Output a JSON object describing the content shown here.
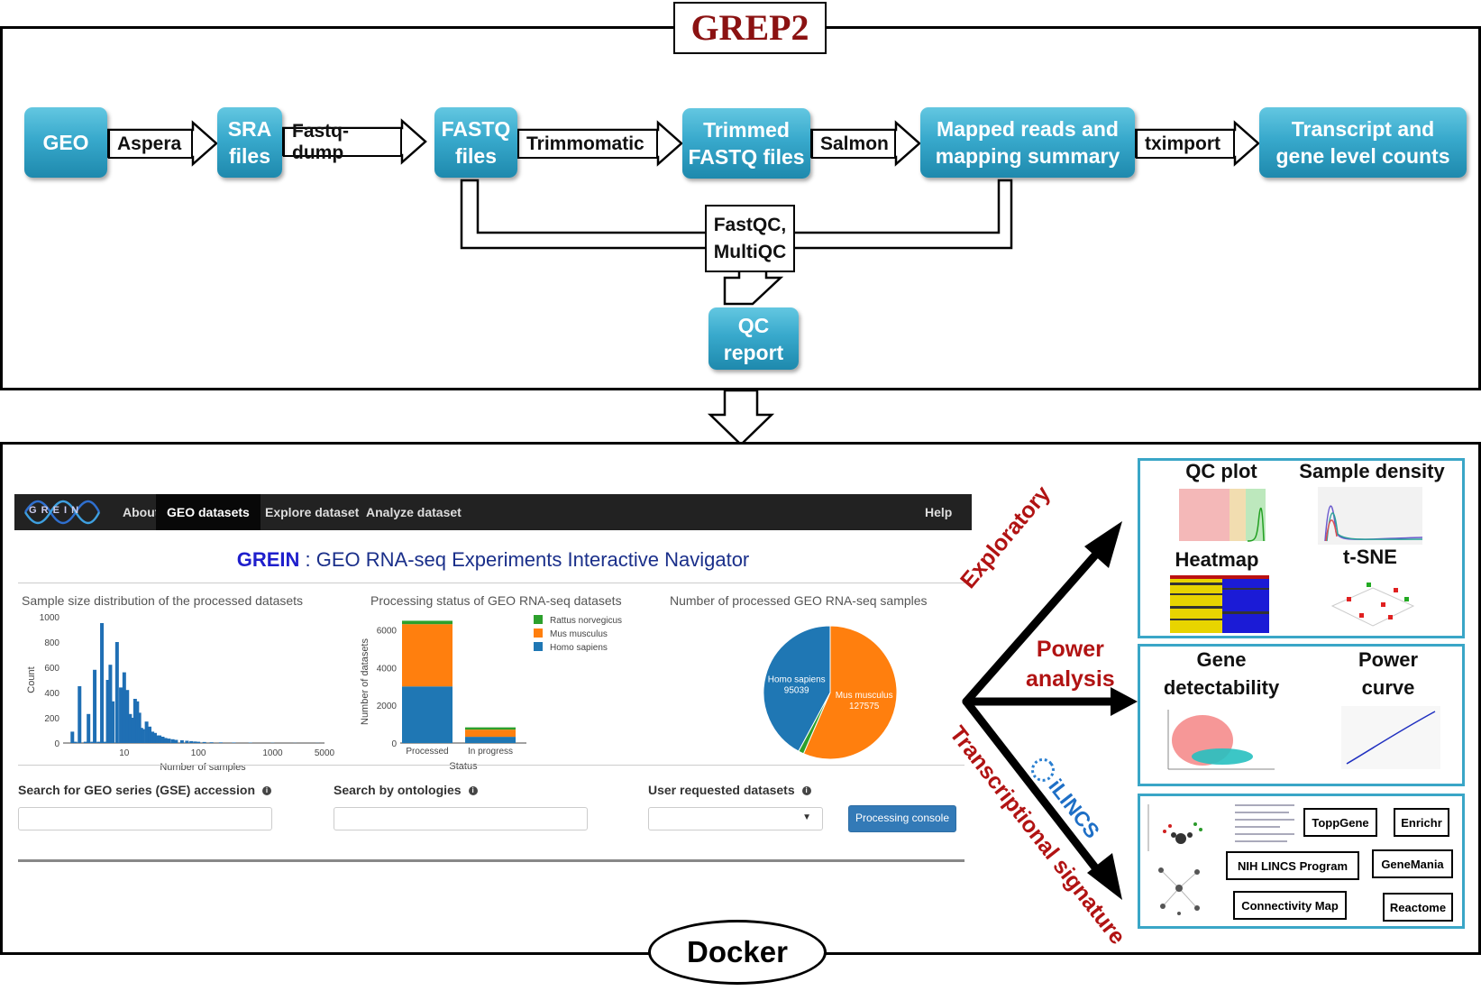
{
  "title": "GREP2",
  "pipeline": {
    "nodes": {
      "geo": "GEO",
      "sra": [
        "SRA",
        "files"
      ],
      "fastq": [
        "FASTQ",
        "files"
      ],
      "trimmed": [
        "Trimmed",
        "FASTQ files"
      ],
      "mapped": [
        "Mapped reads and",
        "mapping summary"
      ],
      "counts": [
        "Transcript and",
        "gene level counts"
      ],
      "qc_report": [
        "QC",
        "report"
      ]
    },
    "tools": {
      "aspera": "Aspera",
      "fastq_dump": "Fastq-dump",
      "trimmomatic": "Trimmomatic",
      "salmon": "Salmon",
      "tximport": "tximport",
      "fastqc": [
        "FastQC,",
        "MultiQC"
      ]
    }
  },
  "grein": {
    "logo": "G R E I N",
    "nav": [
      "About",
      "GEO datasets",
      "Explore dataset",
      "Analyze dataset"
    ],
    "help": "Help",
    "title_brand": "GREIN",
    "title_rest": " : GEO RNA-seq Experiments Interactive Navigator",
    "panel_titles": [
      "Sample size distribution of the processed datasets",
      "Processing status of GEO RNA-seq datasets",
      "Number of processed GEO RNA-seq samples"
    ],
    "search_gse": "Search for GEO series (GSE) accession",
    "search_ontology": "Search by ontologies",
    "user_requested": "User requested datasets",
    "processing_console": "Processing console"
  },
  "chart_data": [
    {
      "type": "bar",
      "xlabel": "Number of samples",
      "ylabel": "Count",
      "x_scale": "log",
      "x_ticks": [
        10,
        100,
        1000,
        5000
      ],
      "ylim": [
        0,
        1000
      ],
      "y_ticks": [
        0,
        200,
        400,
        600,
        800,
        1000
      ],
      "x": [
        2,
        2.2,
        2.5,
        3,
        3.3,
        3.7,
        4,
        4.5,
        5,
        5.5,
        6,
        6.5,
        7,
        8,
        9,
        10,
        11,
        12,
        13,
        14,
        15,
        16,
        17,
        18,
        20,
        22,
        24,
        26,
        28,
        30,
        33,
        36,
        40,
        45,
        50,
        60,
        70,
        80,
        90,
        100,
        120,
        150,
        200,
        300,
        500,
        1000,
        2000,
        4000
      ],
      "values": [
        90,
        10,
        450,
        10,
        230,
        10,
        580,
        10,
        950,
        10,
        500,
        620,
        330,
        800,
        440,
        560,
        420,
        230,
        200,
        350,
        330,
        240,
        120,
        110,
        170,
        130,
        90,
        80,
        60,
        60,
        50,
        40,
        35,
        30,
        25,
        22,
        18,
        15,
        12,
        10,
        8,
        6,
        5,
        4,
        3,
        2,
        1,
        1
      ]
    },
    {
      "type": "bar",
      "xlabel": "Status",
      "ylabel": "Number of datasets",
      "categories": [
        "Processed",
        "In progress"
      ],
      "ylim": [
        0,
        6500
      ],
      "y_ticks": [
        0,
        2000,
        4000,
        6000
      ],
      "series": [
        {
          "name": "Homo sapiens",
          "values": [
            3000,
            330
          ],
          "color": "#1f77b4"
        },
        {
          "name": "Mus musculus",
          "values": [
            3300,
            380
          ],
          "color": "#ff7f0e"
        },
        {
          "name": "Rattus norvegicus",
          "values": [
            180,
            120
          ],
          "color": "#2ca02c"
        }
      ]
    },
    {
      "type": "pie",
      "labels": [
        "Homo sapiens",
        "Mus musculus",
        "Rattus norvegicus"
      ],
      "values": [
        95039,
        127575,
        3000
      ],
      "colors": [
        "#1f77b4",
        "#ff7f0e",
        "#2ca02c"
      ]
    }
  ],
  "branches": {
    "exploratory": "Exploratory",
    "power": [
      "Power",
      "analysis"
    ],
    "transcriptional": "Transcriptional signature",
    "ilincs": "iLINCS"
  },
  "results": {
    "qc_plot": "QC plot",
    "sample_density": "Sample density",
    "heatmap": "Heatmap",
    "tsne": "t-SNE",
    "gene_detectability": [
      "Gene",
      "detectability"
    ],
    "power_curve": [
      "Power",
      "curve"
    ],
    "apps": [
      "ToppGene",
      "Enrichr",
      "NIH LINCS Program",
      "GeneMania",
      "Connectivity Map",
      "Reactome"
    ]
  },
  "docker": "Docker"
}
